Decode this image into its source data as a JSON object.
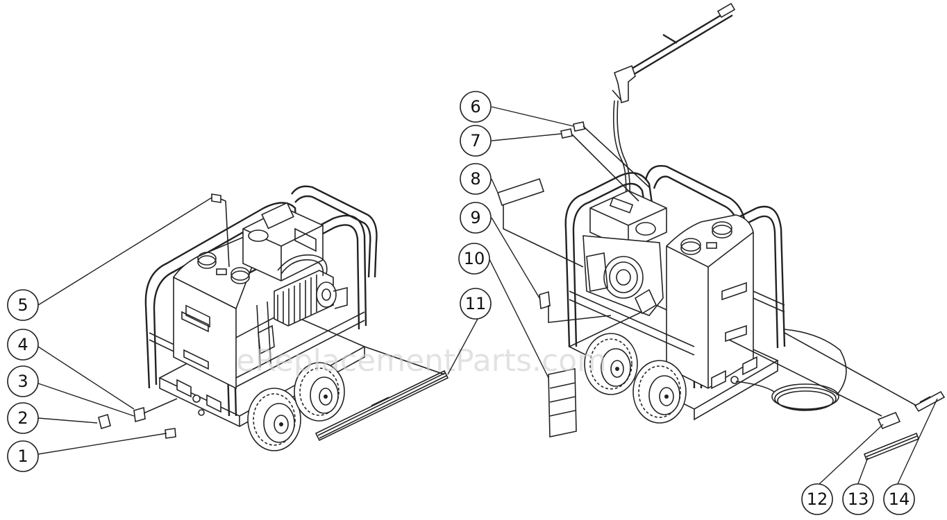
{
  "watermark": "eReplacementParts.com",
  "callouts": [
    {
      "label": "1"
    },
    {
      "label": "2"
    },
    {
      "label": "3"
    },
    {
      "label": "4"
    },
    {
      "label": "5"
    },
    {
      "label": "6"
    },
    {
      "label": "7"
    },
    {
      "label": "8"
    },
    {
      "label": "9"
    },
    {
      "label": "10"
    },
    {
      "label": "11"
    },
    {
      "label": "12"
    },
    {
      "label": "13"
    },
    {
      "label": "14"
    }
  ]
}
